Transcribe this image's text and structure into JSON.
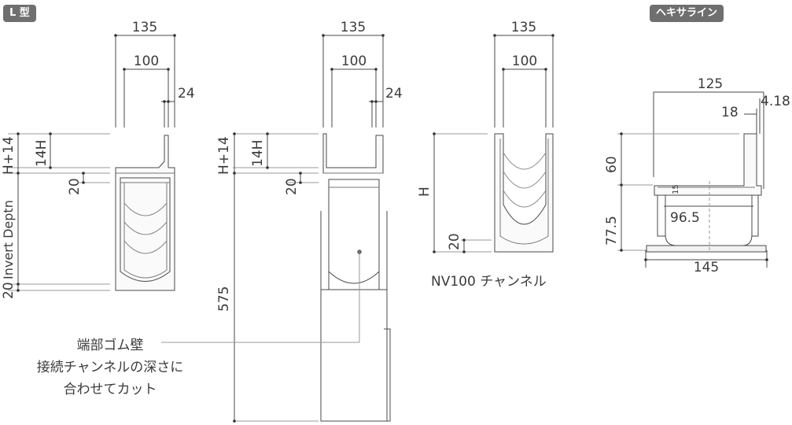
{
  "badges": {
    "l_type": "L 型",
    "heki_line": "ヘキサライン"
  },
  "left_view": {
    "w_outer": "135",
    "w_inner": "100",
    "w_flange": "24",
    "h_plus": "H+14",
    "h_14": "14H",
    "h_20_top": "20",
    "invert": "Invert Deptn",
    "h_20_bot": "20"
  },
  "middle_view": {
    "w_outer": "135",
    "w_inner": "100",
    "w_flange": "24",
    "h_plus": "H+14",
    "h_14": "14H",
    "h_20": "20",
    "h_575": "575"
  },
  "nv_view": {
    "w_outer": "135",
    "w_inner": "100",
    "h": "H",
    "h_20": "20",
    "caption": "NV100 チャンネル"
  },
  "heki_view": {
    "w_125": "125",
    "w_18": "18",
    "w_418": "4.18",
    "h_60": "60",
    "h_15": "15",
    "w_965": "96.5",
    "h_775": "77.5",
    "w_145": "145"
  },
  "note_lines": [
    "端部ゴム壁",
    "接続チャンネルの深さに",
    "合わせてカット"
  ]
}
